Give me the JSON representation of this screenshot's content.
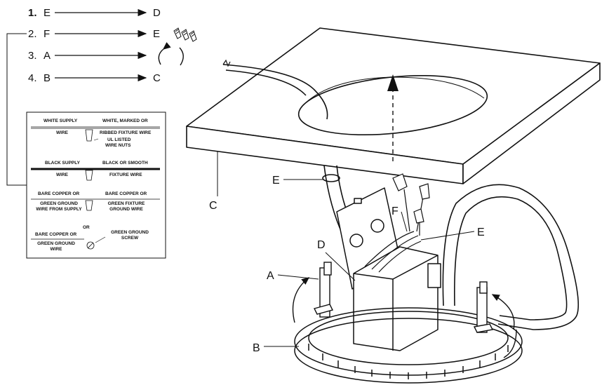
{
  "steps": [
    {
      "num": "1.",
      "from": "E",
      "to": "D"
    },
    {
      "num": "2.",
      "from": "F",
      "to": "E"
    },
    {
      "num": "3.",
      "from": "A",
      "to": ""
    },
    {
      "num": "4.",
      "from": "B",
      "to": "C"
    }
  ],
  "wiring_legend": {
    "white_supply": "WHITE SUPPLY",
    "wire": "WIRE",
    "white_marked_or": "WHITE, MARKED OR",
    "ribbed_fixture_wire": "RIBBED FIXTURE WIRE",
    "ul_listed": "UL LISTED",
    "wire_nuts": "WIRE NUTS",
    "black_supply": "BLACK SUPPLY",
    "black_or_smooth": "BLACK OR SMOOTH",
    "fixture_wire": "FIXTURE WIRE",
    "bare_copper_or_left": "BARE COPPER OR",
    "bare_copper_or_right": "BARE COPPER OR",
    "green_ground_wire_from_supply": "GREEN GROUND WIRE FROM SUPPLY",
    "green_fixture_ground_wire": "GREEN FIXTURE GROUND WIRE",
    "or": "OR",
    "bare_copper_or_bottom": "BARE COPPER OR",
    "green_ground_wire": "GREEN GROUND WIRE",
    "green_ground_screw": "GREEN GROUND SCREW"
  },
  "part_labels": {
    "a": "A",
    "b": "B",
    "c": "C",
    "d": "D",
    "e_left": "E",
    "e_right": "E",
    "f": "F"
  }
}
